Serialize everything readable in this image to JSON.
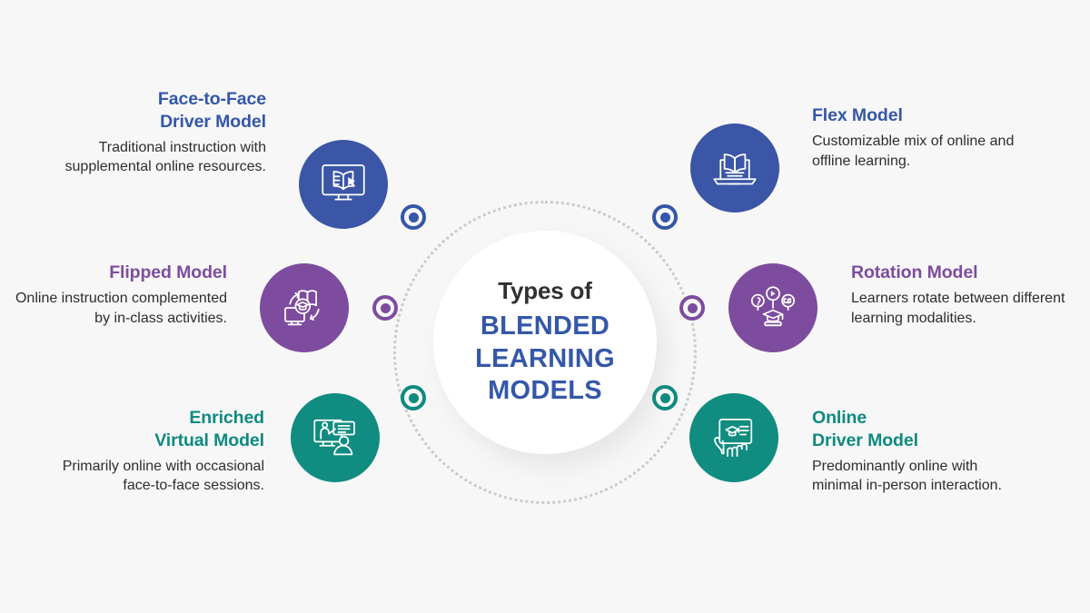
{
  "background_color": "#f7f7f7",
  "center": {
    "kicker": "Types of",
    "title_line1": "BLENDED",
    "title_line2": "LEARNING",
    "title_line3": "MODELS",
    "kicker_color": "#2f3032",
    "title_color": "#3457a8"
  },
  "palette": {
    "blue": "#3457a8",
    "blue_bubble": "#3b56a6",
    "purple": "#7d4c9e",
    "teal": "#0d8a80",
    "teal_bubble": "#108c80",
    "body_text": "#2c2d2f",
    "dotted_ring": "#c9cbcd"
  },
  "items": [
    {
      "id": "face-to-face-driver-model",
      "title_line1": "Face-to-Face",
      "title_line2": "Driver Model",
      "description": "Traditional instruction with supplemental online resources.",
      "color": "#3457a8",
      "side": "left",
      "icon": "monitor-book-cursor-icon"
    },
    {
      "id": "flipped-model",
      "title_line1": "Flipped Model",
      "title_line2": "",
      "description": "Online instruction complemented by in-class activities.",
      "color": "#7d4c9e",
      "side": "left",
      "icon": "monitor-book-rotation-icon"
    },
    {
      "id": "enriched-virtual-model",
      "title_line1": "Enriched",
      "title_line2": "Virtual Model",
      "description": "Primarily online with occasional face-to-face sessions.",
      "color": "#0d8a80",
      "side": "left",
      "icon": "monitor-presenter-learner-icon"
    },
    {
      "id": "flex-model",
      "title_line1": "Flex Model",
      "title_line2": "",
      "description": "Customizable mix of online and offline learning.",
      "color": "#3457a8",
      "side": "right",
      "icon": "laptop-open-book-icon"
    },
    {
      "id": "rotation-model",
      "title_line1": "Rotation Model",
      "title_line2": "",
      "description": "Learners rotate between different learning modalities.",
      "color": "#7d4c9e",
      "side": "right",
      "icon": "media-bubbles-graduation-cap-icon"
    },
    {
      "id": "online-driver-model",
      "title_line1": "Online",
      "title_line2": "Driver Model",
      "description": "Predominantly online with minimal in-person interaction.",
      "color": "#0d8a80",
      "side": "right",
      "icon": "hand-tablet-graduation-cap-icon"
    }
  ],
  "markers": [
    {
      "id": "marker-top-left",
      "color": "#3457a8"
    },
    {
      "id": "marker-top-right",
      "color": "#3457a8"
    },
    {
      "id": "marker-middle-left",
      "color": "#7d4c9e"
    },
    {
      "id": "marker-middle-right",
      "color": "#7d4c9e"
    },
    {
      "id": "marker-bottom-left",
      "color": "#0d8a80"
    },
    {
      "id": "marker-bottom-right",
      "color": "#0d8a80"
    }
  ]
}
